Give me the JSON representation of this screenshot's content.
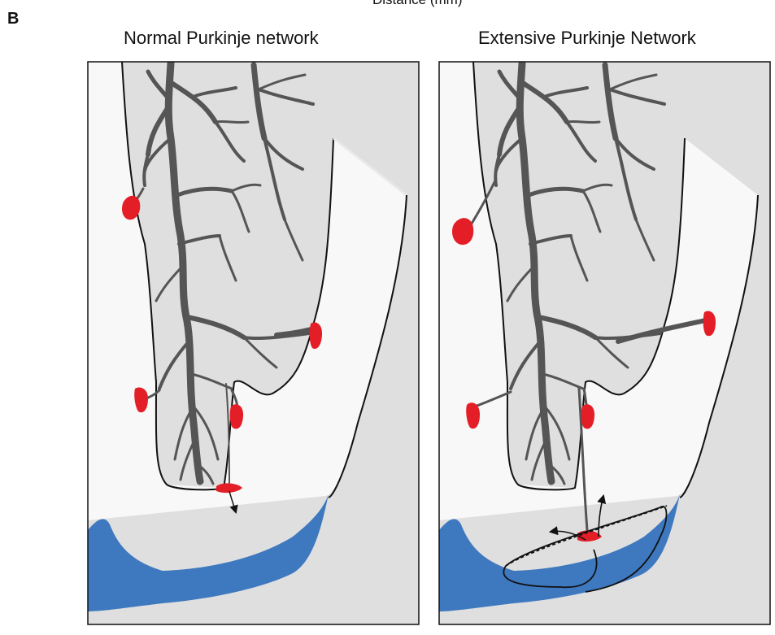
{
  "figure": {
    "top_caption": "Distance (mm)",
    "panel_letter": "B",
    "panels": [
      {
        "title": "Normal Purkinje network"
      },
      {
        "title": "Extensive Purkinje Network"
      }
    ]
  },
  "colors": {
    "background_tissue": "#e0dfdf",
    "cavity": "#f8f8f8",
    "endocardium_wall": "#d9d9d9",
    "purkinje_branch": "#555555",
    "pmj_red": "#e41e26",
    "blue_region": "#3e79bf",
    "outline": "#111111"
  }
}
